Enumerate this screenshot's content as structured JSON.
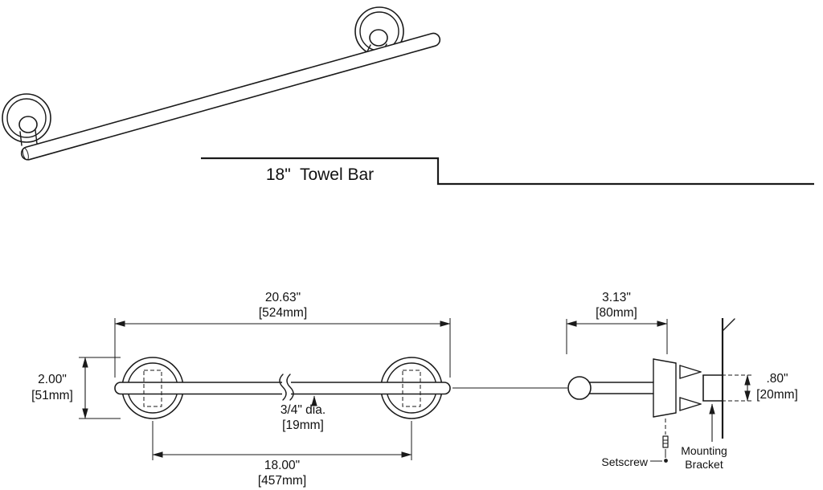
{
  "colors": {
    "ink": "#1a1a1a",
    "background": "#ffffff"
  },
  "title_block": {
    "label": "18\"  Towel Bar"
  },
  "front_view": {
    "dim_overall": {
      "in": "20.63\"",
      "mm": "[524mm]"
    },
    "dim_height": {
      "in": "2.00\"",
      "mm": "[51mm]"
    },
    "dim_diameter": {
      "in": "3/4\" dia.",
      "mm": "[19mm]"
    },
    "dim_centers": {
      "in": "18.00\"",
      "mm": "[457mm]"
    }
  },
  "side_view": {
    "dim_projection": {
      "in": "3.13\"",
      "mm": "[80mm]"
    },
    "dim_bracket": {
      "in": ".80\"",
      "mm": "[20mm]"
    },
    "label_setscrew": "Setscrew",
    "label_mounting_line1": "Mounting",
    "label_mounting_line2": "Bracket"
  }
}
